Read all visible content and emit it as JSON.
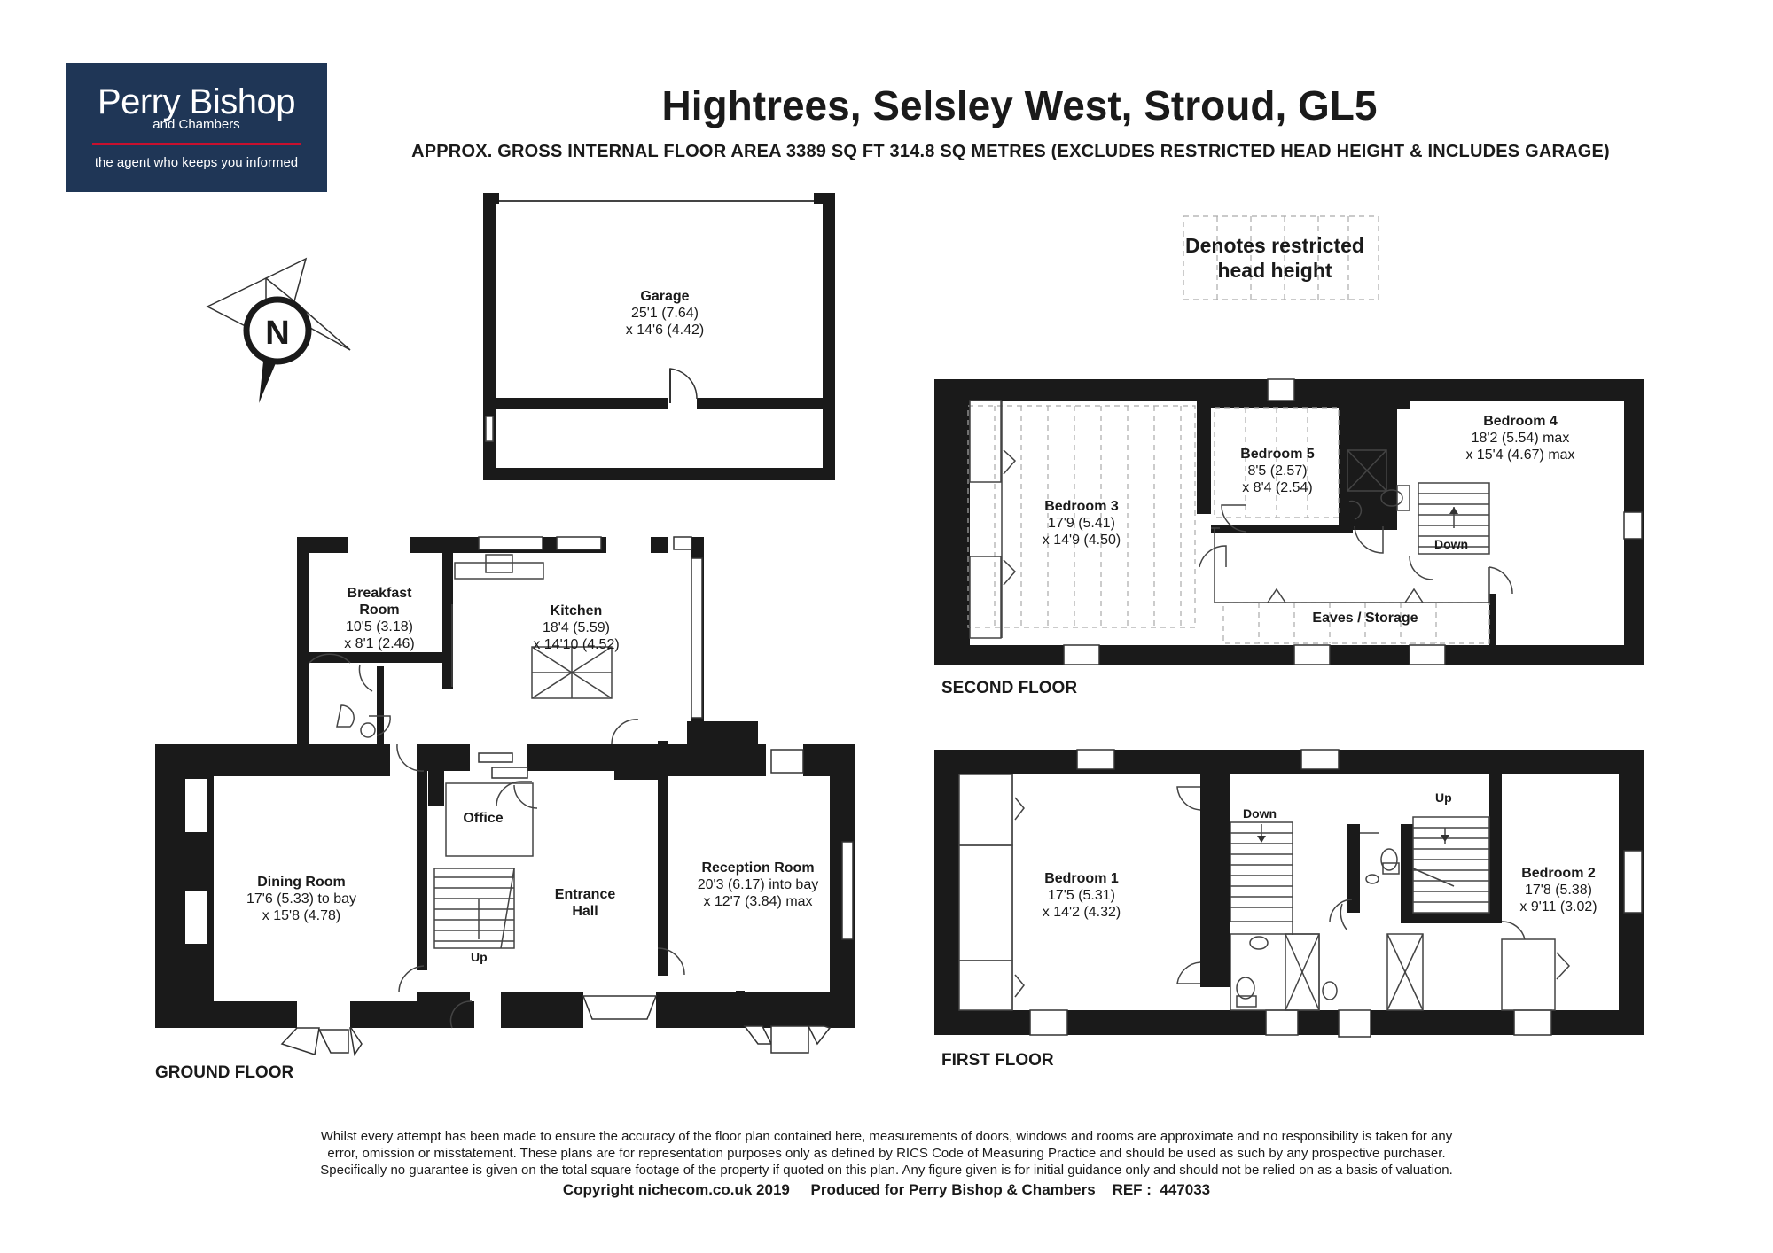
{
  "logo": {
    "brand": "Perry Bishop",
    "sub": "and Chambers",
    "tagline": "the agent who keeps you informed",
    "bg_color": "#1f3656",
    "accent_color": "#c8102e"
  },
  "header": {
    "title": "Hightrees, Selsley West, Stroud, GL5",
    "subtitle": "APPROX. GROSS INTERNAL FLOOR AREA 3389 SQ FT 314.8 SQ METRES (EXCLUDES RESTRICTED HEAD HEIGHT & INCLUDES GARAGE)"
  },
  "compass": {
    "label": "N",
    "icon": "compass-icon"
  },
  "legend": {
    "restricted_line1": "Denotes restricted",
    "restricted_line2": "head height"
  },
  "rooms": {
    "garage": {
      "name": "Garage",
      "dim1": "25'1 (7.64)",
      "dim2": "x 14'6 (4.42)"
    },
    "breakfast": {
      "name1": "Breakfast",
      "name2": "Room",
      "dim1": "10'5 (3.18)",
      "dim2": "x 8'1 (2.46)"
    },
    "kitchen": {
      "name": "Kitchen",
      "dim1": "18'4 (5.59)",
      "dim2": "x 14'10 (4.52)"
    },
    "office": {
      "name": "Office"
    },
    "dining": {
      "name": "Dining Room",
      "dim1": "17'6 (5.33) to bay",
      "dim2": "x 15'8 (4.78)"
    },
    "entrance": {
      "name1": "Entrance",
      "name2": "Hall"
    },
    "reception": {
      "name": "Reception Room",
      "dim1": "20'3 (6.17) into bay",
      "dim2": "x 12'7 (3.84) max"
    },
    "bedroom3": {
      "name": "Bedroom 3",
      "dim1": "17'9 (5.41)",
      "dim2": "x 14'9 (4.50)"
    },
    "bedroom5": {
      "name": "Bedroom 5",
      "dim1": "8'5 (2.57)",
      "dim2": "x 8'4 (2.54)"
    },
    "bedroom4": {
      "name": "Bedroom 4",
      "dim1": "18'2 (5.54) max",
      "dim2": "x 15'4 (4.67) max"
    },
    "eaves": {
      "name": "Eaves / Storage"
    },
    "bedroom1": {
      "name": "Bedroom 1",
      "dim1": "17'5 (5.31)",
      "dim2": "x 14'2 (4.32)"
    },
    "bedroom2": {
      "name": "Bedroom 2",
      "dim1": "17'8 (5.38)",
      "dim2": "x 9'11 (3.02)"
    }
  },
  "stair_labels": {
    "ground_up": "Up",
    "second_down": "Down",
    "first_down": "Down",
    "first_up": "Up"
  },
  "floors": {
    "ground": "GROUND FLOOR",
    "first": "FIRST FLOOR",
    "second": "SECOND FLOOR"
  },
  "footer": {
    "disclaimer1": "Whilst every attempt has been made to ensure the accuracy of the floor plan contained here, measurements of doors, windows and rooms are approximate and no responsibility is taken for any",
    "disclaimer2": "error, omission or misstatement. These plans are for representation purposes only as defined by RICS Code of Measuring Practice and should be used as such by any prospective purchaser.",
    "disclaimer3": "Specifically no guarantee is given on the total square footage of the property if quoted on this plan. Any figure given is for initial guidance only and should not be relied on as a basis of valuation.",
    "copyright": "Copyright nichecom.co.uk 2019     Produced for Perry Bishop & Chambers    REF :  447033"
  }
}
